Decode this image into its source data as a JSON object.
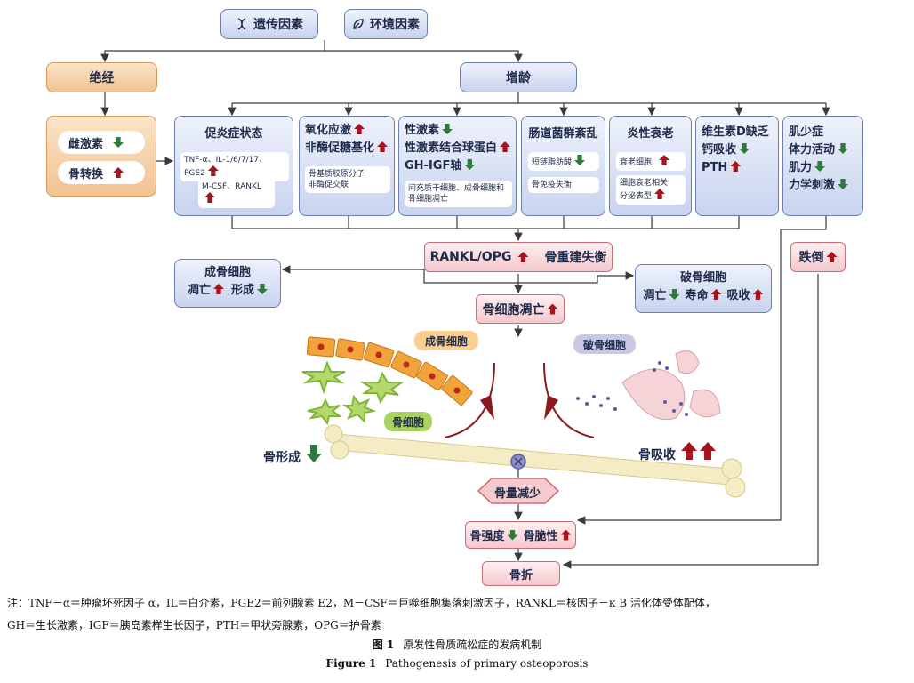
{
  "top": {
    "genetic": "遗传因素",
    "environment": "环境因素",
    "menopause": "绝经",
    "aging": "增龄"
  },
  "menopause_effects": {
    "estrogen": "雌激素",
    "estrogen_dir": "down",
    "turnover": "骨转换",
    "turnover_dir": "up"
  },
  "cards": {
    "inflammation": {
      "title": "促炎症状态",
      "chip1": "TNF-α、IL-1/6/7/17、PGE2",
      "chip2": "M-CSF、RANKL"
    },
    "oxidative": {
      "title1": "氧化应激",
      "title2": "非酶促糖基化",
      "chip": "骨基质胶原分子\n非酶促交联"
    },
    "hormone": {
      "title1": "性激素",
      "title2": "性激素结合球蛋白",
      "title3": "GH-IGF轴",
      "chip": "间充质干细胞、成骨细胞和\n骨细胞凋亡"
    },
    "gut": {
      "title": "肠道菌群紊乱",
      "chip1": "短链脂肪酸",
      "chip2": "骨免疫失衡"
    },
    "senescence": {
      "title": "炎性衰老",
      "chip1": "衰老细胞",
      "chip2": "细胞衰老相关\n分泌表型"
    },
    "vitd": {
      "title1": "维生素D缺乏",
      "title2": "钙吸收",
      "title3": "PTH"
    },
    "sarcopenia": {
      "title1": "肌少症",
      "title2": "体力活动",
      "title3": "肌力",
      "title4": "力学刺激"
    }
  },
  "rankl": {
    "text1": "RANKL/OPG",
    "text2": "骨重建失衡"
  },
  "osteoblast_box": {
    "title": "成骨细胞",
    "apoptosis": "凋亡",
    "formation": "形成"
  },
  "osteoclast_box": {
    "title": "破骨细胞",
    "apoptosis": "凋亡",
    "lifespan": "寿命",
    "resorption": "吸收"
  },
  "osteocyte_apoptosis": "骨细胞凋亡",
  "falls": "跌倒",
  "illustration": {
    "osteoblast_tag": "成骨细胞",
    "osteoclast_tag": "破骨细胞",
    "osteocyte_tag": "骨细胞",
    "bone_formation": "骨形成",
    "bone_resorption": "骨吸收"
  },
  "bone_loss": "骨量减少",
  "strength": {
    "strength": "骨强度",
    "brittleness": "骨脆性"
  },
  "fracture": "骨折",
  "note": {
    "line1": "注：TNF－α＝肿瘤坏死因子 α，IL＝白介素，PGE2＝前列腺素 E2，M－CSF＝巨噬细胞集落刺激因子，RANKL＝核因子－κ B 活化体受体配体，",
    "line2": "GH＝生长激素，IGF＝胰岛素样生长因子，PTH＝甲状旁腺素，OPG＝护骨素"
  },
  "caption": {
    "cn_label": "图 1",
    "cn_text": "原发性骨质疏松症的发病机制",
    "en_label": "Figure 1",
    "en_text": "Pathogenesis of primary osteoporosis"
  },
  "colors": {
    "up_arrow": "#a5131c",
    "down_arrow": "#2f7a3b",
    "blue_fill": "#c8d3ef",
    "orange_fill": "#f1c391",
    "pink_fill": "#f5c9ce"
  }
}
